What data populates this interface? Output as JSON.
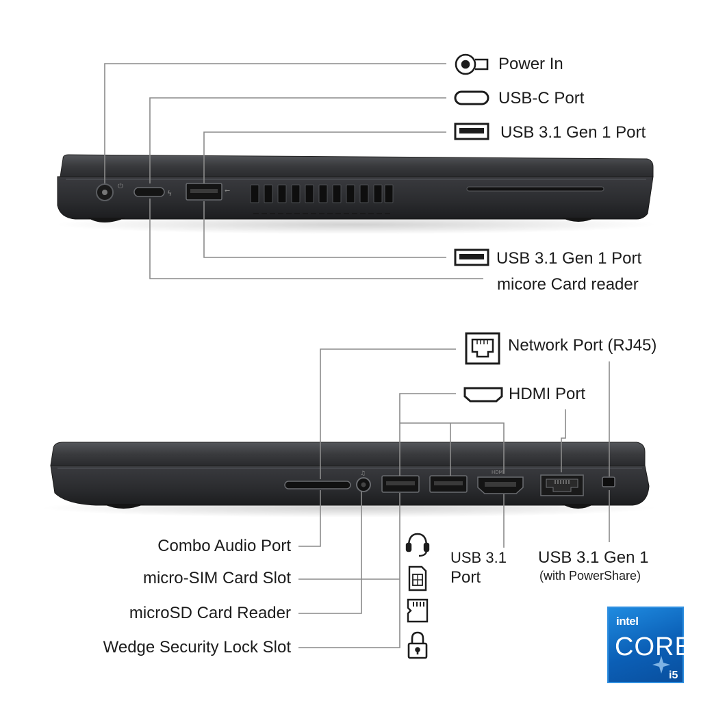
{
  "top_side": {
    "power_in": "Power In",
    "usb_c_port": "USB-C Port",
    "usb_a_port_upper": "USB 3.1 Gen 1 Port",
    "usb_a_port_lower": "USB 3.1 Gen 1 Port",
    "card_reader": "micore Card reader"
  },
  "bottom_side": {
    "network_port": "Network Port (RJ45)",
    "hdmi_port": "HDMI Port",
    "combo_audio": "Combo Audio Port",
    "micro_sim": "micro-SIM Card Slot",
    "microsd": "microSD Card Reader",
    "wedge_lock": "Wedge Security Lock Slot",
    "usb31_line1": "USB 3.1",
    "usb31_line2": "Port",
    "usb31_gen1": "USB 3.1 Gen 1",
    "powershare": "(with PowerShare)",
    "hdmi_port_text": "HDMI"
  },
  "badge": {
    "brand": "intel",
    "product": "CORE",
    "tier": "i5",
    "color": "#0b5fb6"
  },
  "colors": {
    "chassis": "#2b2c2f",
    "chassis_edge": "#45474b",
    "leader_line": "#8a8a8a",
    "text": "#1c1c1c"
  }
}
